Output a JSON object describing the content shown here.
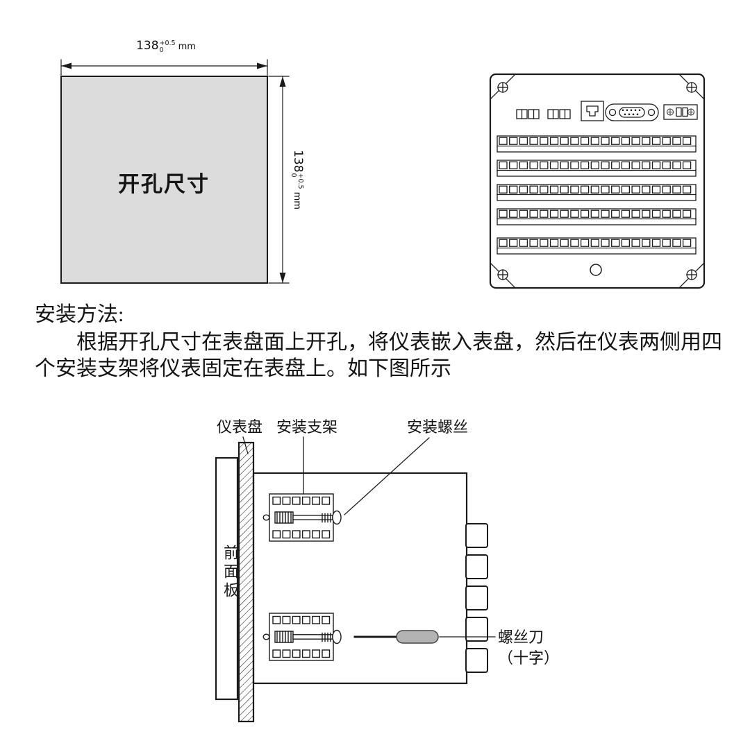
{
  "document": {
    "heading": "安装方法:",
    "para_line1": "根据开孔尺寸在表盘面上开孔，将仪表嵌入表盘，然后在仪表两侧用四",
    "para_line2": "个安装支架将仪表固定在表盘上。如下图所示"
  },
  "cutout": {
    "label": "开孔尺寸",
    "dim": {
      "value": "138",
      "tol_upper": "+0.5",
      "tol_lower": "0",
      "unit": "mm"
    }
  },
  "labels": {
    "panel": "仪表盘",
    "bracket": "安装支架",
    "screw": "安装螺丝",
    "front_panel": "前面板",
    "screwdriver": "螺丝刀",
    "screwdriver_type": "（十字）"
  },
  "colors": {
    "line": "#1a1a1a",
    "cutout_fill": "#dcdcdc",
    "handle_fill": "#b3b3b3"
  }
}
